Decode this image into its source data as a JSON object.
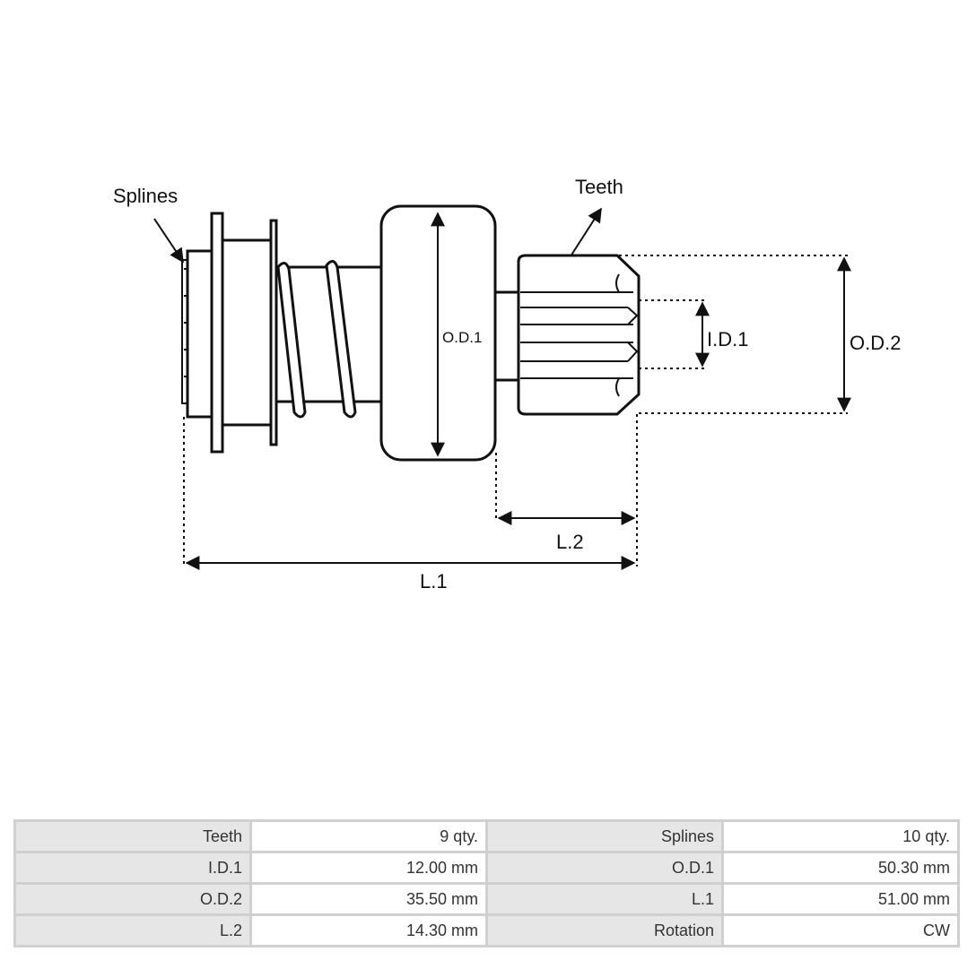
{
  "diagram": {
    "labels": {
      "splines": "Splines",
      "teeth": "Teeth",
      "od1": "O.D.1",
      "id1": "I.D.1",
      "od2": "O.D.2",
      "l1": "L.1",
      "l2": "L.2"
    }
  },
  "specs": [
    [
      "Teeth",
      "9 qty.",
      "Splines",
      "10 qty."
    ],
    [
      "I.D.1",
      "12.00 mm",
      "O.D.1",
      "50.30 mm"
    ],
    [
      "O.D.2",
      "35.50 mm",
      "L.1",
      "51.00 mm"
    ],
    [
      "L.2",
      "14.30 mm",
      "Rotation",
      "CW"
    ]
  ]
}
